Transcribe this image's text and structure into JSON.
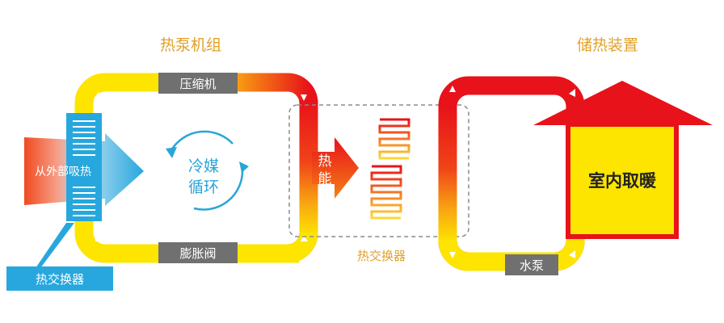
{
  "labels": {
    "heat_pump_unit": "热泵机组",
    "heat_storage": "储热装置",
    "compressor": "压缩机",
    "expansion_valve": "膨胀阀",
    "absorb_heat": "从外部吸热",
    "refrigerant_line1": "冷媒",
    "refrigerant_line2": "循环",
    "heat_energy_1": "热",
    "heat_energy_2": "能",
    "heat_exchanger_center": "热交换器",
    "heat_exchanger_left": "热交换器",
    "water_pump": "水泵",
    "indoor_heating": "室内取暖"
  },
  "colors": {
    "hot": "#e8121a",
    "mid": "#f57f17",
    "cool": "#fde500",
    "blue": "#27a7de",
    "gray": "#707070",
    "title": "#e3a025"
  }
}
